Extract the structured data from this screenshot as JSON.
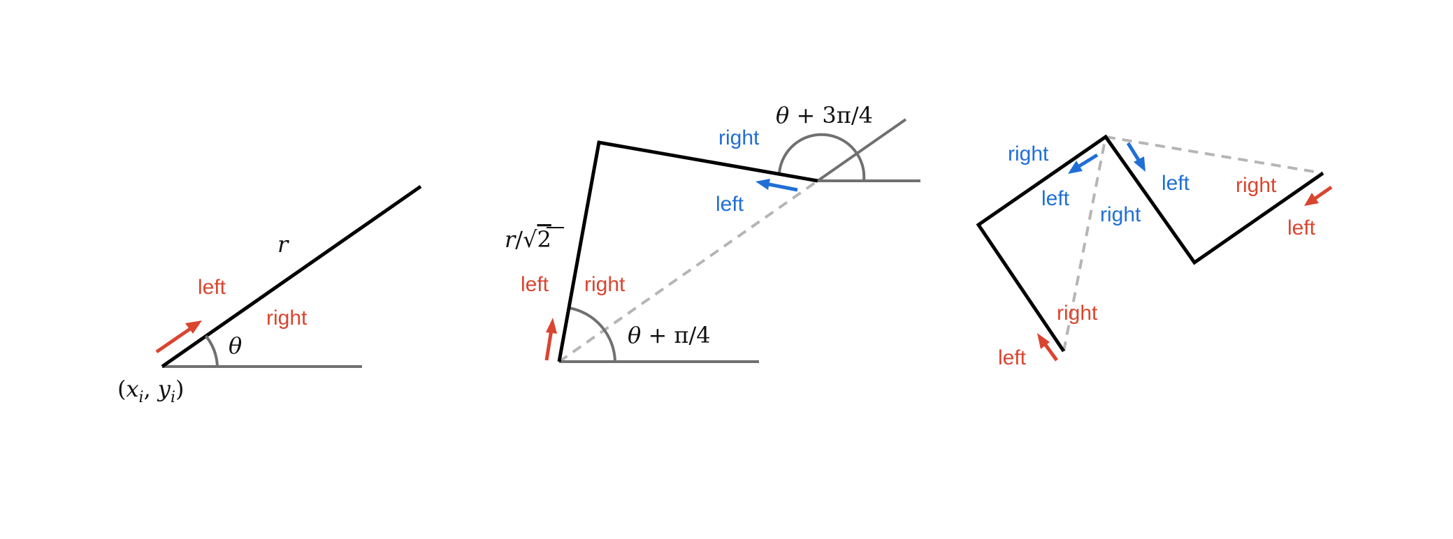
{
  "colors": {
    "red": "#d9452f",
    "blue": "#1f6fd6",
    "black": "#000000",
    "gray": "#707070",
    "dashed": "#b5b5b5"
  },
  "panel1": {
    "left": "left",
    "right": "right",
    "r": "r",
    "theta": "θ",
    "origin_x": "x",
    "origin_y": "y",
    "subscript": "i"
  },
  "panel2": {
    "left_red": "left",
    "right_red": "right",
    "left_blue": "left",
    "right_blue": "right",
    "length_r": "r",
    "length_slash": "/",
    "length_sqrt": "√",
    "length_two": "2",
    "angle_bottom_theta": "θ",
    "angle_bottom_rest": "+ π/4",
    "angle_top_theta": "θ",
    "angle_top_rest": "+ 3π/4"
  },
  "panel3": {
    "right_blue_1": "right",
    "left_blue_1": "left",
    "left_blue_2": "left",
    "right_blue_2": "right",
    "right_red_top": "right",
    "left_red_top": "left",
    "right_red_bottom": "right",
    "left_red_bottom": "left"
  }
}
